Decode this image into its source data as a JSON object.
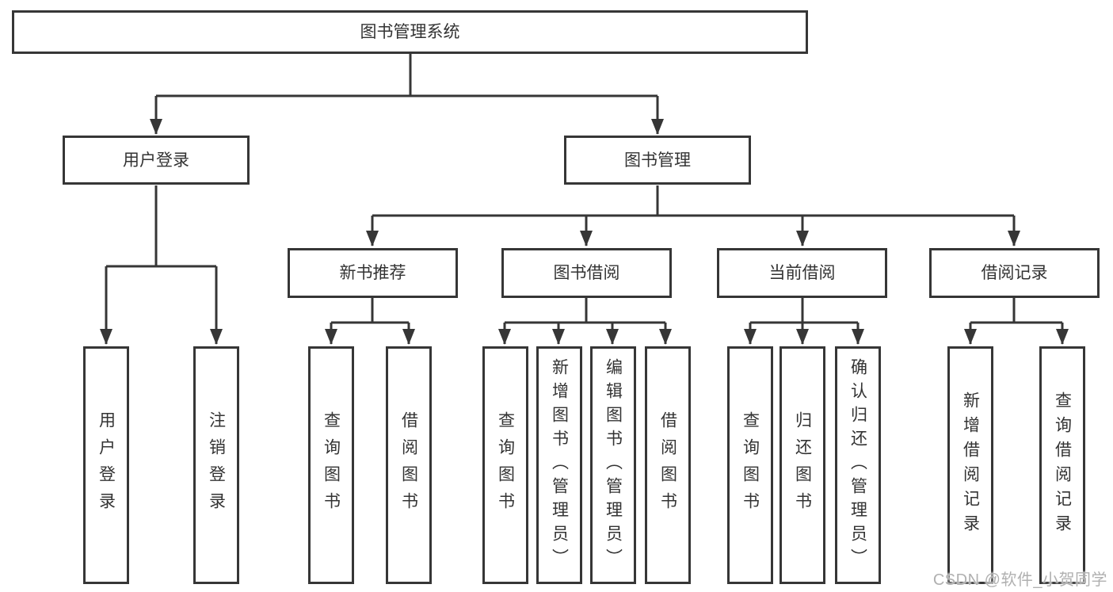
{
  "diagram": {
    "root": "图书管理系统",
    "branches": [
      {
        "label": "用户登录",
        "children": [
          "用户登录",
          "注销登录"
        ]
      },
      {
        "label": "图书管理",
        "modules": [
          {
            "label": "新书推荐",
            "children": [
              "查询图书",
              "借阅图书"
            ]
          },
          {
            "label": "图书借阅",
            "children": [
              "查询图书",
              "新增图书（管理员）",
              "编辑图书（管理员）",
              "借阅图书"
            ]
          },
          {
            "label": "当前借阅",
            "children": [
              "查询图书",
              "归还图书",
              "确认归还（管理员）"
            ]
          },
          {
            "label": "借阅记录",
            "children": [
              "新增借阅记录",
              "查询借阅记录"
            ]
          }
        ]
      }
    ]
  },
  "watermark": "CSDN @软件_小贺同学",
  "colors": {
    "line": "#363636",
    "text": "#333333",
    "watermark": "#b0b0b0",
    "background": "#ffffff"
  }
}
